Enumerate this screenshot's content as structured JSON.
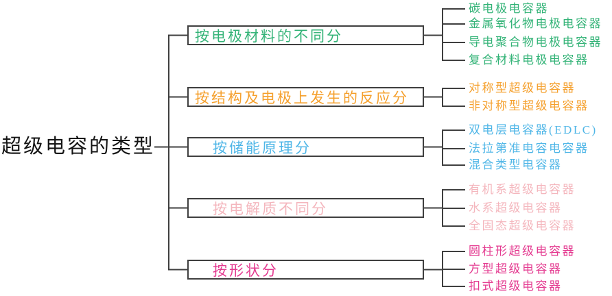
{
  "title": "超级电容的类型",
  "colors": {
    "line": "#3f3f3f",
    "root_text": "#141414",
    "background": "#ffffff",
    "green": "#33b377",
    "orange": "#f5a02d",
    "blue": "#4fb6e7",
    "pale_pink": "#f4b6bd",
    "magenta": "#e43a90"
  },
  "root": {
    "label": "超级电容的类型"
  },
  "branches": [
    {
      "label": "按电极材料的不同分",
      "color": "#33b377",
      "children": [
        "碳电极电容器",
        "金属氧化物电极电容器",
        "导电聚合物电极电容器",
        "复合材料电极电容器"
      ]
    },
    {
      "label": "按结构及电极上发生的反应分",
      "color": "#f5a02d",
      "children": [
        "对称型超级电容器",
        "非对称型超级电容器"
      ]
    },
    {
      "label": "按储能原理分",
      "color": "#4fb6e7",
      "children": [
        "双电层电容器(EDLC)",
        "法拉第准电容电容器",
        "混合类型电容器"
      ]
    },
    {
      "label": "按电解质不同分",
      "color": "#f4b6bd",
      "children": [
        "有机系超级电容器",
        "水系超级电容器",
        "全固态超级电容器"
      ]
    },
    {
      "label": "按形状分",
      "color": "#e43a90",
      "children": [
        "圆柱形超级电容器",
        "方型超级电容器",
        "扣式超级电容器"
      ]
    }
  ]
}
